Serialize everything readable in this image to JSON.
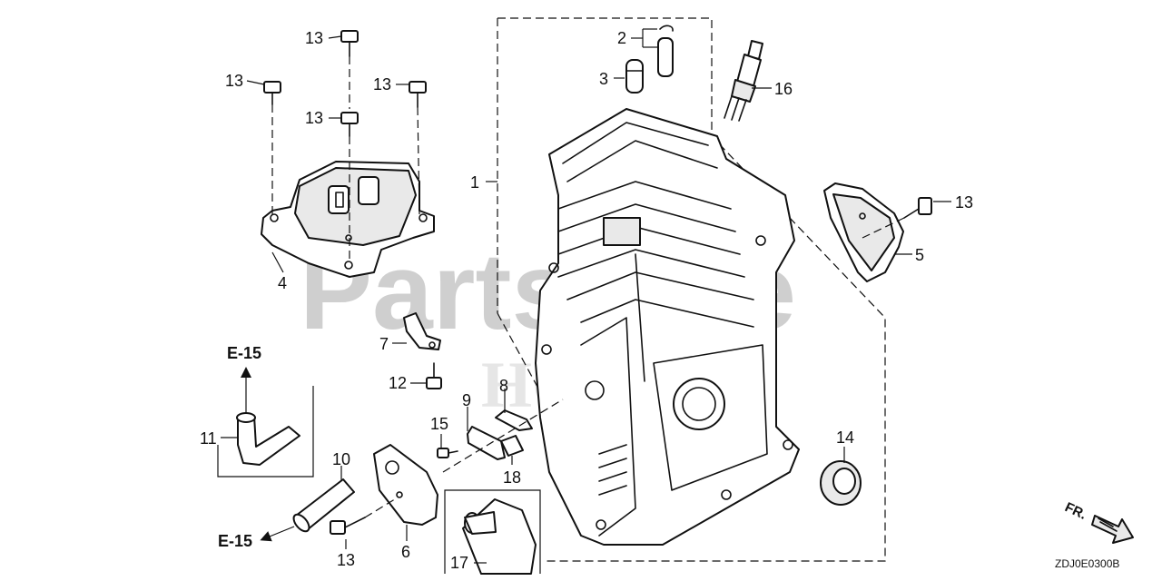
{
  "watermark": "PartsTree",
  "brand_watermark": "HONDA",
  "diagram_code": "ZDJ0E0300B",
  "direction_label": "FR.",
  "ref_labels": {
    "upper": "E-15",
    "lower": "E-15"
  },
  "callouts": {
    "c1": "1",
    "c2": "2",
    "c3": "3",
    "c4": "4",
    "c5": "5",
    "c6": "6",
    "c7": "7",
    "c8": "8",
    "c9": "9",
    "c10": "10",
    "c11": "11",
    "c12": "12",
    "c13a": "13",
    "c13b": "13",
    "c13c": "13",
    "c13d": "13",
    "c13e": "13",
    "c13f": "13",
    "c14": "14",
    "c15": "15",
    "c16": "16",
    "c17": "17",
    "c18": "18"
  }
}
